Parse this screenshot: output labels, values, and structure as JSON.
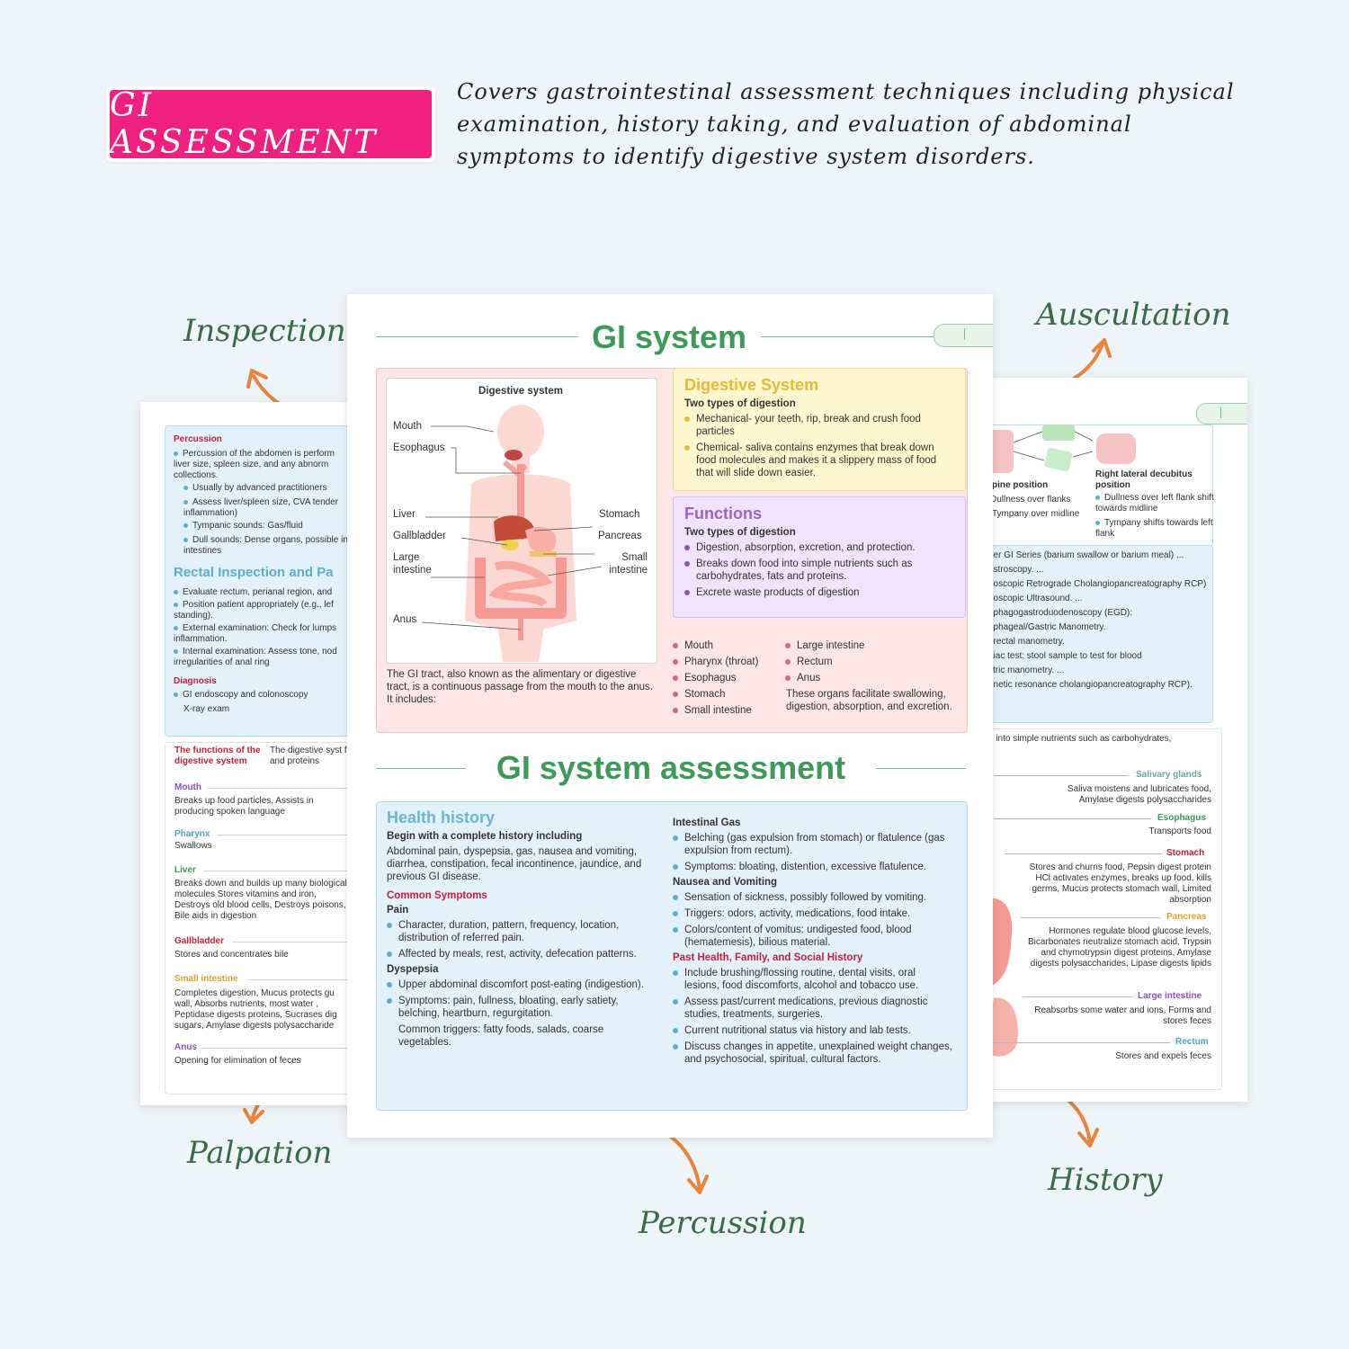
{
  "badge": {
    "label": "GI ASSESSMENT"
  },
  "intro": "Covers gastrointestinal assessment techniques including physical examination, history taking, and evaluation of abdominal symptoms to identify digestive system disorders.",
  "labels": {
    "inspection": "Inspection",
    "auscultation": "Auscultation",
    "palpation": "Palpation",
    "percussion": "Percussion",
    "history": "History"
  },
  "left_sheet": {
    "percussion_title": "Percussion",
    "percussion_items": [
      "Percussion of the abdomen is perform liver size, spleen size, and any abnorm collections.",
      "Usually by advanced practitioners",
      "Assess liver/spleen size, CVA tender inflammation)",
      "Tympanic sounds: Gas/fluid",
      "Dull sounds: Dense organs, possible in intestines"
    ],
    "rectal_title": "Rectal Inspection and Pa",
    "rectal_items": [
      "Evaluate rectum, perianal region, and",
      "Position patient appropriately (e.g., lef standing).",
      "External examination: Check for lumps inflammation.",
      "Internal examination: Assess tone, nod irregularities of anal ring"
    ],
    "diagnosis_title": "Diagnosis",
    "diagnosis_items": [
      "GI endoscopy and colonoscopy",
      "X-ray exam"
    ],
    "functions_title": "The functions of the digestive system",
    "functions_text": "The digestive syst fats and proteins",
    "organs": [
      {
        "name": "Mouth",
        "text": "Breaks up food particles, Assists in producing spoken language"
      },
      {
        "name": "Pharynx",
        "text": "Swallows"
      },
      {
        "name": "Liver",
        "text": "Breaks down and builds up many biological molecules Stores vitamins and iron, Destroys old blood cells, Destroys poisons, Bile aids in digestion"
      },
      {
        "name": "Gallbladder",
        "text": "Stores and concentrates bile"
      },
      {
        "name": "Small intestine",
        "text": "Completes digestion, Mucus protects gu wall, Absorbs nutrients, most water , Peptidase digests proteins, Sucrases dig sugars, Amylase digests polysaccharide"
      },
      {
        "name": "Anus",
        "text": "Opening for elimination of feces"
      }
    ]
  },
  "right_sheet": {
    "supine_title": "pine position",
    "supine_items": [
      "Dullness over flanks",
      "Tympany over midline"
    ],
    "rld_title": "Right lateral decubitus position",
    "rld_items": [
      "Dullness over left flank shift towards midline",
      "Tympany shifts towards left flank"
    ],
    "tests": [
      "per GI Series (barium swallow or barium meal) ...",
      "astroscopy. ...",
      "doscopic Retrograde Cholangiopancreatography RCP)",
      "doscopic Ultrasound. ...",
      "ophagogastroduodenoscopy (EGD):",
      "ophageal/Gastric Manometry.",
      "orectal manometry.",
      "aiac test: stool sample to test for blood",
      "stric manometry. ...",
      "gnetic resonance cholangiopancreatography RCP)."
    ],
    "intro_line": "d into simple nutrients such as carbohydrates,",
    "organs": [
      {
        "name": "Salivary glands",
        "text": "Saliva moistens and lubricates food, Amylase digests polysaccharides"
      },
      {
        "name": "Esophagus",
        "text": "Transports food"
      },
      {
        "name": "Stomach",
        "text": "Stores and churns food, Pepsin digest protein HCl activates enzymes, breaks up food, kills germs, Mucus protects stomach wall, Limited absorption"
      },
      {
        "name": "Pancreas",
        "text": "Hormones regulate blood glucose levels, Bicarbonates neutralize stomach acid, Trypsin and chymotrypsin digest proteins, Amylase digests polysaccharides, Lipase digests lipids"
      },
      {
        "name": "Large intestine",
        "text": "Reabsorbs some water and ions, Forms and stores feces"
      },
      {
        "name": "Rectum",
        "text": "Stores and expels feces"
      }
    ]
  },
  "main": {
    "title1": "GI system",
    "diagram_title": "Digestive system",
    "diagram_labels_left": [
      "Mouth",
      "Esophagus",
      "Liver",
      "Gallbladder",
      "Large intestine",
      "Anus"
    ],
    "diagram_labels_right": [
      "Stomach",
      "Pancreas",
      "Small intestine"
    ],
    "tract_text": "The GI tract, also known as the alimentary or digestive tract, is a continuous passage from the mouth to the anus. It includes:",
    "digestive": {
      "title": "Digestive System",
      "sub": "Two types of digestion",
      "items": [
        "Mechanical- your teeth, rip, break and crush food particles",
        "Chemical- saliva contains enzymes that break down food molecules and makes it a slippery mass of food that will slide down easier."
      ]
    },
    "functions": {
      "title": "Functions",
      "sub": "Two types of digestion",
      "items": [
        "Digestion, absorption, excretion, and protection.",
        "Breaks down food into simple nutrients such as carbohydrates, fats and proteins.",
        "Excrete waste products of digestion"
      ]
    },
    "organs_col1": [
      "Mouth",
      "Pharynx (throat)",
      "Esophagus",
      "Stomach",
      "Small intestine"
    ],
    "organs_col2": [
      "Large intestine",
      "Rectum",
      "Anus"
    ],
    "organs_note": "These organs facilitate swallowing, digestion, absorption, and excretion.",
    "title2": "GI system assessment",
    "health": {
      "title": "Health history",
      "begin": "Begin with a complete history including",
      "begin_text": "Abdominal pain, dyspepsia, gas, nausea and vomiting, diarrhea, constipation, fecal incontinence, jaundice, and previous GI disease.",
      "common": "Common Symptoms",
      "pain": "Pain",
      "pain_items": [
        "Character, duration, pattern, frequency, location, distribution of referred pain.",
        "Affected by meals, rest, activity, defecation patterns."
      ],
      "dyspepsia": "Dyspepsia",
      "dyspepsia_items": [
        "Upper abdominal discomfort post-eating (indigestion).",
        "Symptoms: pain, fullness, bloating, early satiety, belching, heartburn, regurgitation."
      ],
      "dyspepsia_note": "Common triggers: fatty foods, salads, coarse vegetables.",
      "gas": "Intestinal Gas",
      "gas_items": [
        "Belching (gas expulsion from stomach) or flatulence (gas expulsion from rectum).",
        "Symptoms: bloating, distention, excessive flatulence."
      ],
      "nausea": "Nausea and Vomiting",
      "nausea_items": [
        "Sensation of sickness, possibly followed by vomiting.",
        "Triggers: odors, activity, medications, food intake.",
        "Colors/content of vomitus: undigested food, blood (hematemesis), bilious material."
      ],
      "past": "Past Health, Family, and Social History",
      "past_items": [
        "Include brushing/flossing routine, dental visits, oral lesions, food discomforts, alcohol and tobacco use.",
        "Assess past/current medications, previous diagnostic studies, treatments, surgeries.",
        "Current nutritional status via history and lab tests.",
        "Discuss changes in appetite, unexplained weight changes, and psychosocial, spiritual, cultural factors."
      ]
    }
  }
}
